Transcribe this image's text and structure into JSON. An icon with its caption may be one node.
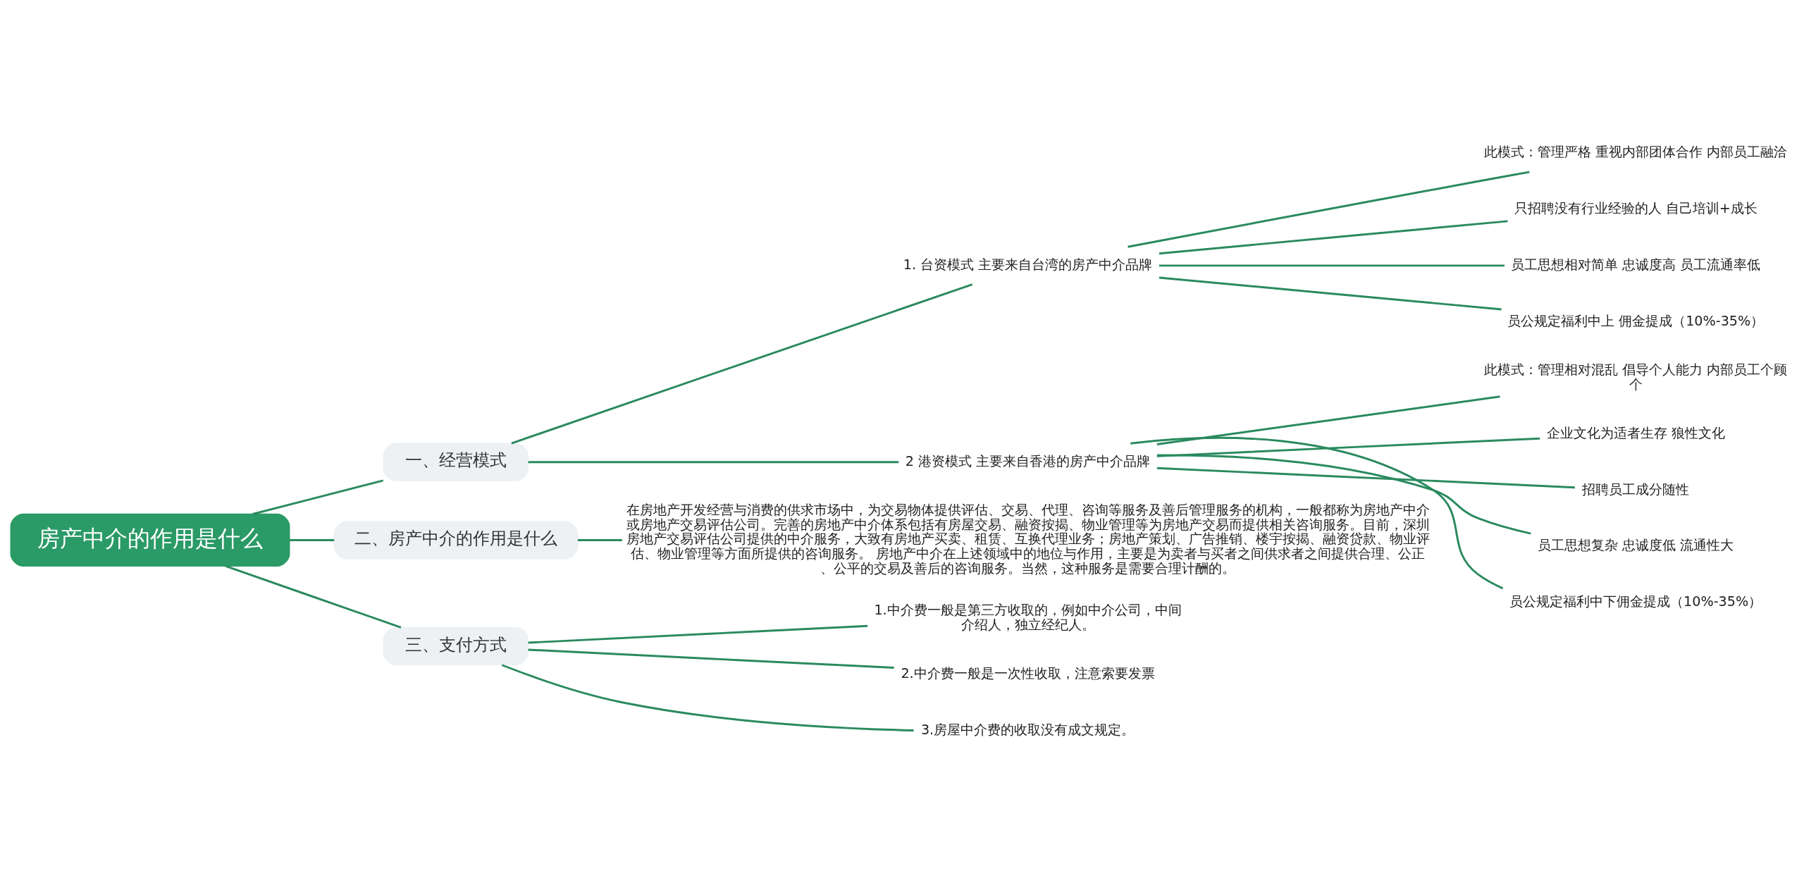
{
  "diagram": {
    "nodes": [
      {
        "text": [
          "房产中介的作用是什么"
        ]
      },
      {
        "text": [
          "一、经营模式"
        ]
      },
      {
        "text": [
          "1. 台资模式 主要来自台湾的房产中介品牌"
        ]
      },
      {
        "text": [
          "此模式：管理严格 重视内部团体合作 内部员工融洽"
        ]
      },
      {
        "text": [
          "只招聘没有行业经验的人 自己培训+成长"
        ]
      },
      {
        "text": [
          "员工思想相对简单 忠诚度高 员工流通率低"
        ]
      },
      {
        "text": [
          "员公规定福利中上 佣金提成（10%-35%）"
        ]
      },
      {
        "text": [
          "2 港资模式 主要来自香港的房产中介品牌"
        ]
      },
      {
        "text": [
          "此模式：管理相对混乱 倡导个人能力 内部员工个顾个"
        ]
      },
      {
        "text": [
          "企业文化为适者生存 狼性文化"
        ]
      },
      {
        "text": [
          "招聘员工成分随性"
        ]
      },
      {
        "text": [
          "员工思想复杂 忠诚度低 流通性大"
        ]
      },
      {
        "text": [
          "员公规定福利中下佣金提成（10%-35%）"
        ]
      },
      {
        "text": [
          "二、房产中介的作用是什么"
        ]
      },
      {
        "text": [
          "在房地产开发经营与消费的供求市场中，为交易物体提供评估、交易、代理、咨询等服务及善后管理服务的机构，一般都称为房地产中介或房地产交易评估公司。完善的房地产中介体系包括有房屋交易、融资按揭、物业管理等为房地产交易而提供相关咨询服务。目前，深圳房地产交易评估公司提供的中介服务，大致有房地产买卖、租赁、互换代理业务；房地产策划、广告推销、楼宇按揭、融资贷款、物业评估、物业管理等方面所提供的咨询服务。 房地产中介在上述领域中的地位与作用，主要是为卖者与买者之间供求者之间提供合理、公正、公平的交易及善后的咨询服务。当然，这种服务是需要合理计酬的。"
        ]
      },
      {
        "text": [
          "三、支付方式"
        ]
      },
      {
        "text": [
          "1.中介费一般是第三方收取的，例如中介公司，中间介绍人，独立经纪人。"
        ]
      },
      {
        "text": [
          "2.中介费一般是一次性收取，注意索要发票"
        ]
      },
      {
        "text": [
          "3.房屋中介费的收取没有成文规定。"
        ]
      }
    ],
    "edges": [
      {
        "from": 0,
        "to": 1,
        "arrow": "none"
      },
      {
        "from": 1,
        "to": 2,
        "arrow": "none"
      },
      {
        "from": 2,
        "to": 3,
        "arrow": "none"
      },
      {
        "from": 2,
        "to": 4,
        "arrow": "none"
      },
      {
        "from": 2,
        "to": 5,
        "arrow": "none"
      },
      {
        "from": 2,
        "to": 6,
        "arrow": "none"
      },
      {
        "from": 1,
        "to": 7,
        "arrow": "none"
      },
      {
        "from": 7,
        "to": 8,
        "arrow": "none"
      },
      {
        "from": 7,
        "to": 9,
        "arrow": "none"
      },
      {
        "from": 7,
        "to": 10,
        "arrow": "none"
      },
      {
        "from": 7,
        "to": 11,
        "arrow": "none"
      },
      {
        "from": 7,
        "to": 12,
        "arrow": "none"
      },
      {
        "from": 0,
        "to": 13,
        "arrow": "none"
      },
      {
        "from": 13,
        "to": 14,
        "arrow": "none"
      },
      {
        "from": 0,
        "to": 15,
        "arrow": "none"
      },
      {
        "from": 15,
        "to": 16,
        "arrow": "none"
      },
      {
        "from": 15,
        "to": 17,
        "arrow": "none"
      },
      {
        "from": 15,
        "to": 18,
        "arrow": "none"
      }
    ]
  }
}
